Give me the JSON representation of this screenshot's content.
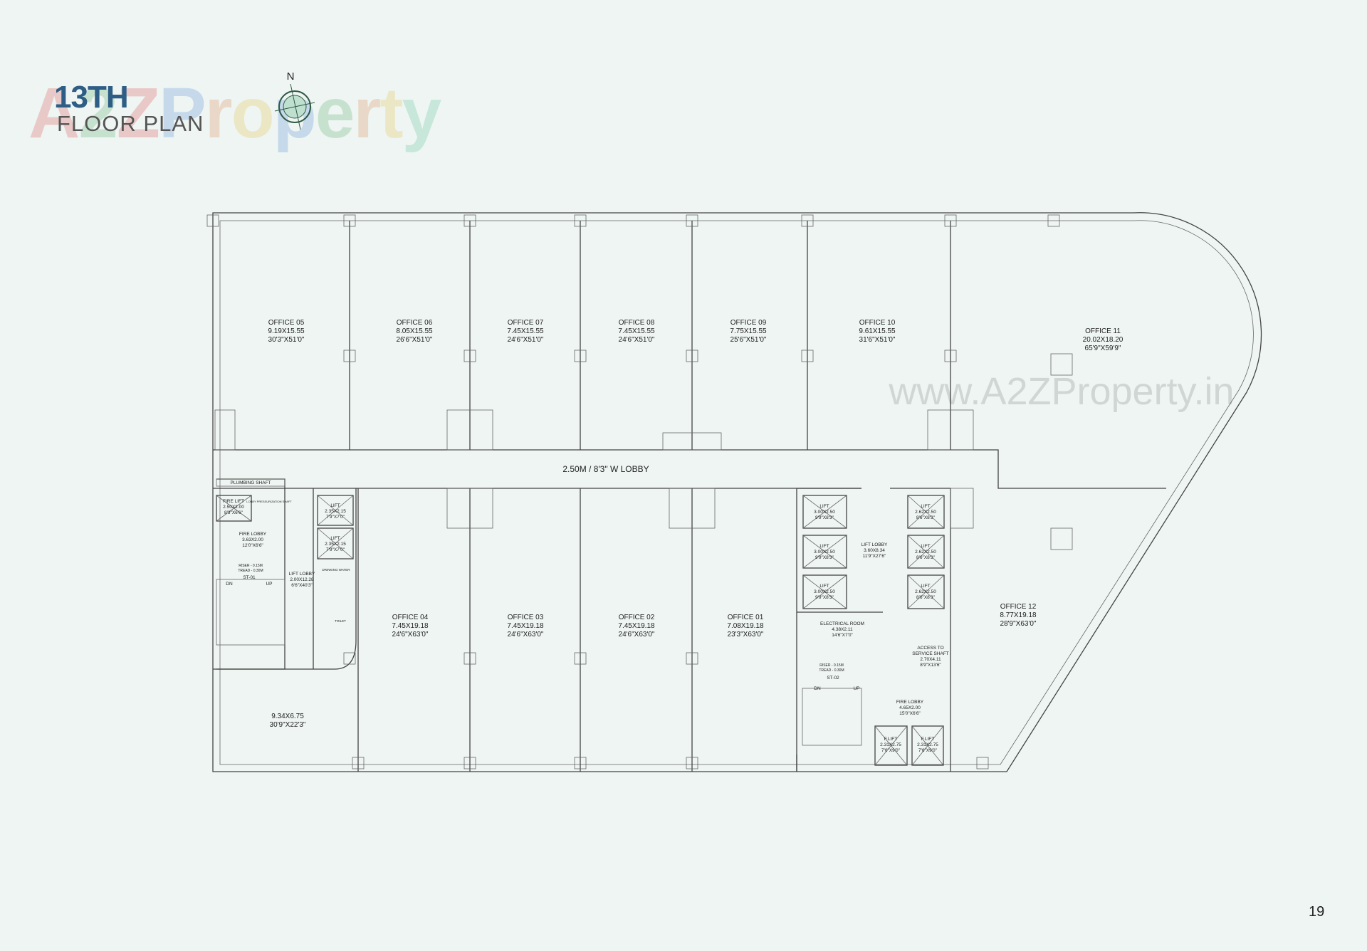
{
  "header": {
    "floor": "13TH",
    "subtitle": "FLOOR PLAN",
    "compass_label": "N",
    "watermark_logo": "A2ZProperty",
    "watermark_url": "www.A2ZProperty.in"
  },
  "page_number": "19",
  "lobby": "2.50M / 8'3\" W LOBBY",
  "offices_top": [
    {
      "name": "OFFICE 05",
      "metric": "9.19X15.55",
      "imperial": "30'3\"X51'0\""
    },
    {
      "name": "OFFICE 06",
      "metric": "8.05X15.55",
      "imperial": "26'6\"X51'0\""
    },
    {
      "name": "OFFICE 07",
      "metric": "7.45X15.55",
      "imperial": "24'6\"X51'0\""
    },
    {
      "name": "OFFICE 08",
      "metric": "7.45X15.55",
      "imperial": "24'6\"X51'0\""
    },
    {
      "name": "OFFICE 09",
      "metric": "7.75X15.55",
      "imperial": "25'6\"X51'0\""
    },
    {
      "name": "OFFICE 10",
      "metric": "9.61X15.55",
      "imperial": "31'6\"X51'0\""
    },
    {
      "name": "OFFICE 11",
      "metric": "20.02X18.20",
      "imperial": "65'9\"X59'9\""
    }
  ],
  "offices_bottom": [
    {
      "name": "OFFICE 04",
      "metric": "7.45X19.18",
      "imperial": "24'6\"X63'0\""
    },
    {
      "name": "OFFICE 03",
      "metric": "7.45X19.18",
      "imperial": "24'6\"X63'0\""
    },
    {
      "name": "OFFICE 02",
      "metric": "7.45X19.18",
      "imperial": "24'6\"X63'0\""
    },
    {
      "name": "OFFICE 01",
      "metric": "7.08X19.18",
      "imperial": "23'3\"X63'0\""
    },
    {
      "name": "OFFICE 12",
      "metric": "8.77X19.18",
      "imperial": "28'9\"X63'0\""
    }
  ],
  "terrace": {
    "metric": "9.34X6.75",
    "imperial": "30'9\"X22'3\""
  },
  "left_core": {
    "plumbing_shaft": "PLUMBING SHAFT",
    "fire_lift": {
      "name": "FIRE LIFT",
      "metric": "2.50X2.00",
      "imperial": "8'3\"X6'6\""
    },
    "lobby_shaft": "LOBBY PRESSURIZATION SHAFT",
    "fire_lobby": {
      "name": "FIRE LOBBY",
      "metric": "3.63X2.00",
      "imperial": "12'0\"X6'6\""
    },
    "lifts": [
      {
        "name": "LIFT",
        "metric": "2.35X2.15",
        "imperial": "7'9\"X7'0\""
      },
      {
        "name": "LIFT",
        "metric": "2.35X2.15",
        "imperial": "7'9\"X7'0\""
      }
    ],
    "lift_lobby": {
      "name": "LIFT LOBBY",
      "metric": "2.00X12.28",
      "imperial": "6'6\"X40'3\""
    },
    "riser": "RISER - 0.15M",
    "tread": "TREAD - 0.30M",
    "stair_id": "ST-01",
    "dn": "DN",
    "up": "UP",
    "drinking_water": "DRINKING WATER",
    "toilet": "TOILET"
  },
  "right_core": {
    "lifts_left": [
      {
        "name": "LIFT",
        "metric": "3.00X2.50",
        "imperial": "9'9\"X8'3\""
      },
      {
        "name": "LIFT",
        "metric": "3.00X2.50",
        "imperial": "9'9\"X8'3\""
      },
      {
        "name": "LIFT",
        "metric": "3.00X2.50",
        "imperial": "9'9\"X8'3\""
      }
    ],
    "lifts_right": [
      {
        "name": "LIFT",
        "metric": "2.62X2.50",
        "imperial": "8'6\"X8'3\""
      },
      {
        "name": "LIFT",
        "metric": "2.62X2.50",
        "imperial": "8'6\"X8'3\""
      },
      {
        "name": "LIFT",
        "metric": "2.62X2.50",
        "imperial": "8'6\"X8'3\""
      }
    ],
    "lift_lobby": {
      "name": "LIFT LOBBY",
      "metric": "3.60X8.34",
      "imperial": "11'9\"X27'6\""
    },
    "electrical": {
      "name": "ELECTRICAL ROOM",
      "metric": "4.38X2.11",
      "imperial": "14'6\"X7'0\""
    },
    "access": {
      "name": "ACCESS TO",
      "name2": "SERVICE SHAFT",
      "metric": "2.70X4.11",
      "imperial": "8'9\"X13'6\""
    },
    "fire_lobby": {
      "name": "FIRE LOBBY",
      "metric": "4.65X2.00",
      "imperial": "15'0\"X6'6\""
    },
    "f_lifts": [
      {
        "name": "F.LIFT",
        "metric": "2.31X2.75",
        "imperial": "7'6\"X9'0\""
      },
      {
        "name": "F.LIFT",
        "metric": "2.31X2.75",
        "imperial": "7'6\"X9'0\""
      }
    ],
    "riser": "RISER - 0.15M",
    "tread": "TREAD - 0.30M",
    "stair_id": "ST-02",
    "dn": "DN",
    "up": "UP"
  },
  "colors": {
    "background": "#eef5f2",
    "title": "#2e5d86",
    "walls": "#444444"
  }
}
